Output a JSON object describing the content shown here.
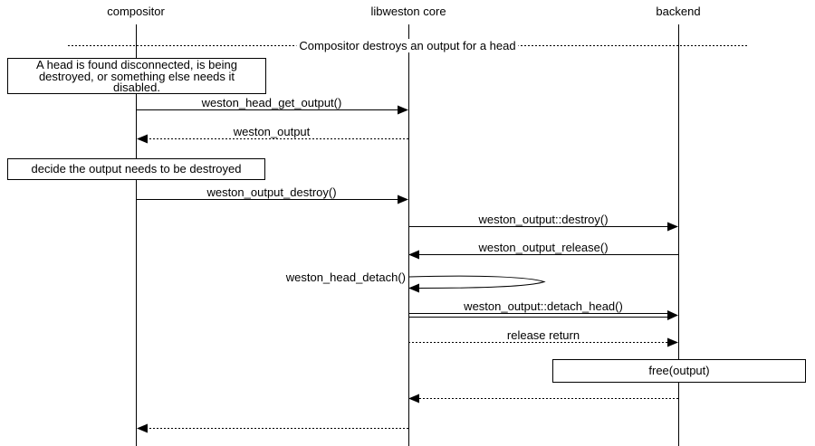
{
  "diagram": {
    "type": "sequence-diagram",
    "colors": {
      "line": "#000000",
      "background": "#ffffff",
      "text": "#000000"
    },
    "actors": [
      {
        "label": "compositor"
      },
      {
        "label": "libweston core"
      },
      {
        "label": "backend"
      }
    ],
    "divider": {
      "label": "Compositor destroys an output for a head"
    },
    "notes": [
      {
        "over": "compositor",
        "lines": [
          "A head is found disconnected, is being",
          "destroyed, or something else needs it",
          "disabled."
        ]
      },
      {
        "over": "compositor",
        "text": "decide the output needs to be destroyed"
      },
      {
        "over": "backend",
        "text": "free(output)"
      }
    ],
    "messages": [
      {
        "label": "weston_head_get_output()",
        "from": "compositor",
        "to": "libweston core",
        "style": "solid"
      },
      {
        "label": "weston_output",
        "from": "libweston core",
        "to": "compositor",
        "style": "dashed"
      },
      {
        "label": "weston_output_destroy()",
        "from": "compositor",
        "to": "libweston core",
        "style": "solid"
      },
      {
        "label": "weston_output::destroy()",
        "from": "libweston core",
        "to": "backend",
        "style": "solid"
      },
      {
        "label": "weston_output_release()",
        "from": "backend",
        "to": "libweston core",
        "style": "solid"
      },
      {
        "label": "weston_head_detach()",
        "from": "libweston core",
        "to": "libweston core",
        "style": "self"
      },
      {
        "label": "weston_output::detach_head()",
        "from": "libweston core",
        "to": "backend",
        "style": "double"
      },
      {
        "label": "release return",
        "from": "libweston core",
        "to": "backend",
        "style": "dashed"
      },
      {
        "label": "",
        "from": "backend",
        "to": "libweston core",
        "style": "dashed"
      },
      {
        "label": "",
        "from": "libweston core",
        "to": "compositor",
        "style": "dashed"
      }
    ]
  }
}
